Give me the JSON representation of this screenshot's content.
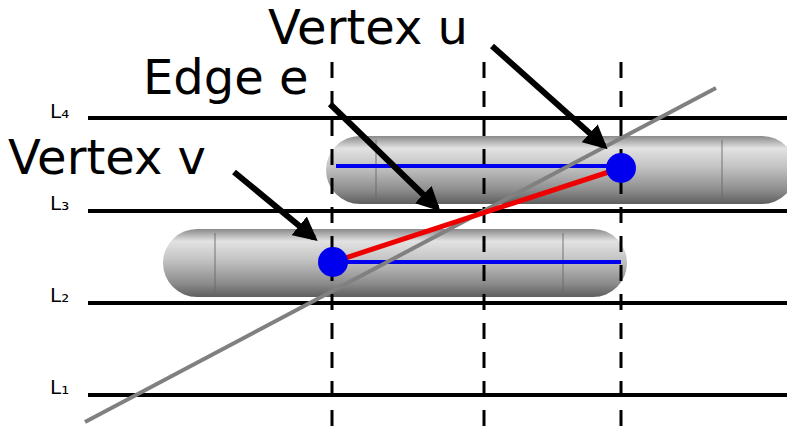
{
  "diagram": {
    "labels": [
      "Vertex u",
      "Edge e",
      "Vertex v",
      "L₄",
      "L₃",
      "L₂",
      "L₁"
    ]
  }
}
